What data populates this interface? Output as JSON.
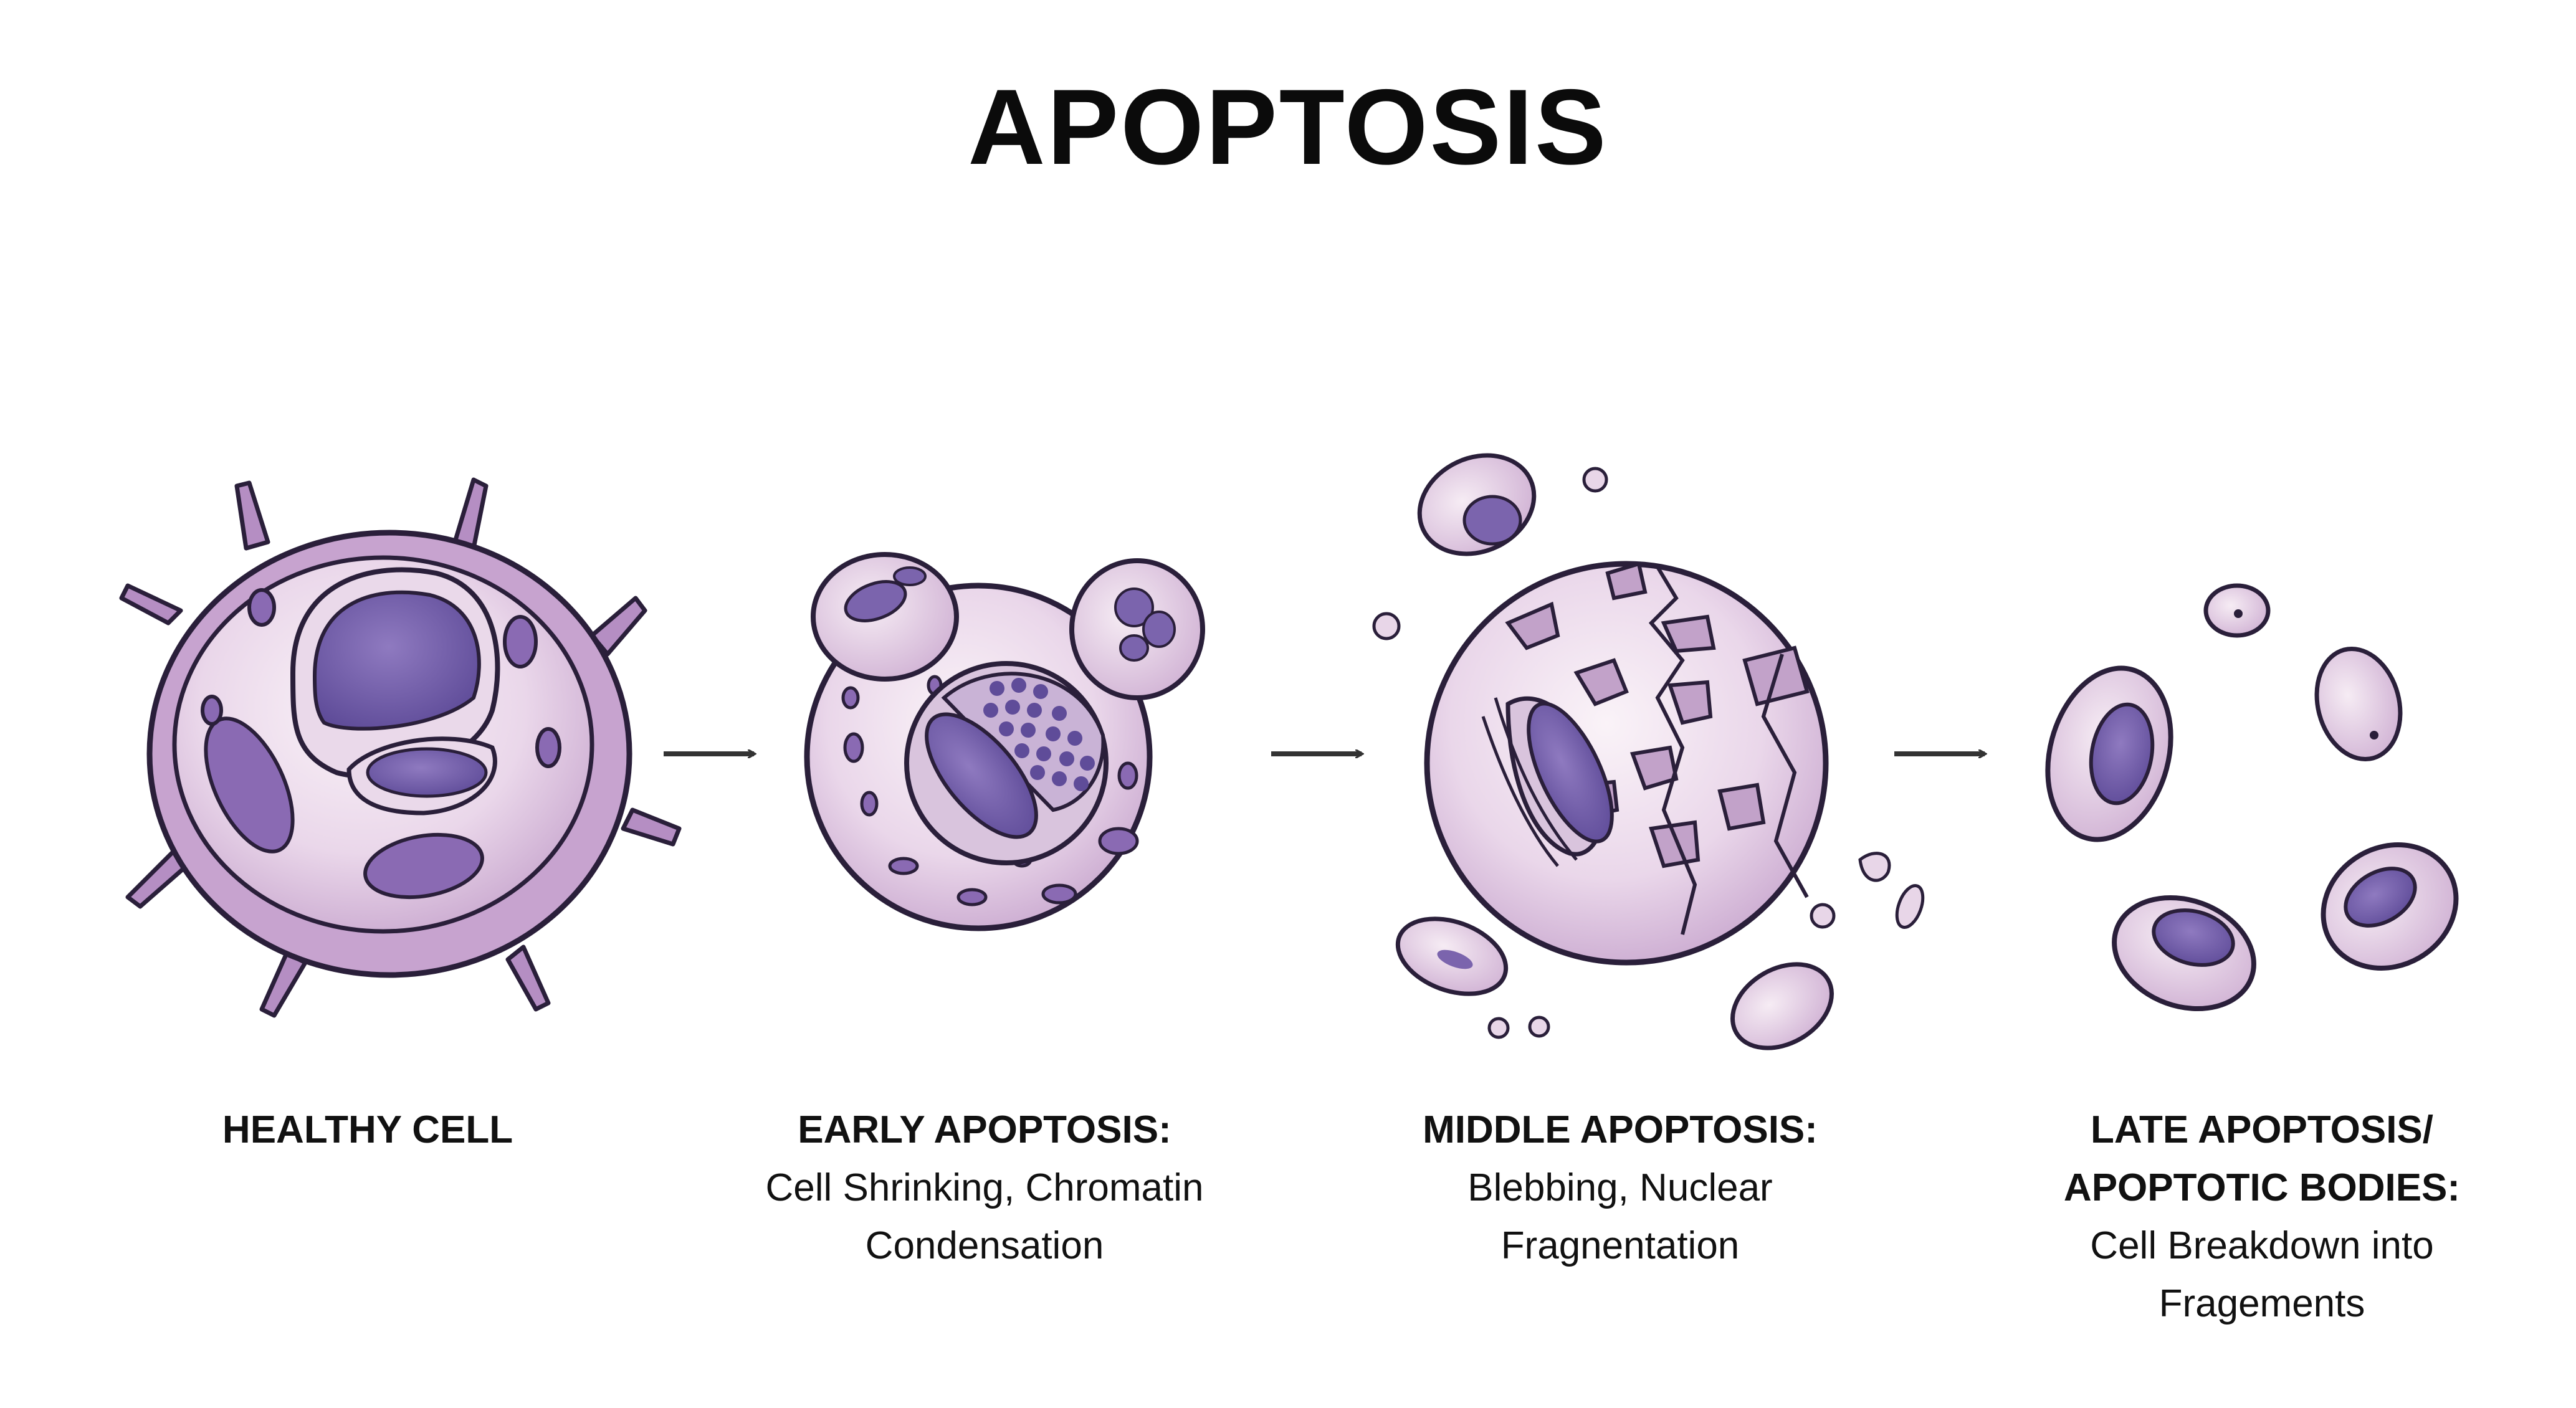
{
  "title": "APOPTOSIS",
  "stages": [
    {
      "id": "healthy-cell",
      "title_lines": [
        "HEALTHY CELL"
      ],
      "description_lines": []
    },
    {
      "id": "early-apoptosis",
      "title_lines": [
        "EARLY APOPTOSIS:"
      ],
      "description_lines": [
        "Cell Shrinking, Chromatin",
        "Condensation"
      ]
    },
    {
      "id": "middle-apoptosis",
      "title_lines": [
        "MIDDLE APOPTOSIS:"
      ],
      "description_lines": [
        "Blebbing, Nuclear",
        "Fragnentation"
      ]
    },
    {
      "id": "late-apoptosis",
      "title_lines": [
        "LATE APOPTOSIS/",
        "APOPTOTIC BODIES:"
      ],
      "description_lines": [
        "Cell Breakdown into",
        "Fragements"
      ]
    }
  ],
  "arrows": [
    "right-arrow-icon",
    "right-arrow-icon",
    "right-arrow-icon"
  ],
  "colors": {
    "cytoplasm_light": "#f1e4ef",
    "cytoplasm_mid": "#d7bcd9",
    "membrane": "#9c79b3",
    "organelle": "#8a6ab3",
    "nucleus": "#6f5ba8",
    "nucleus_light": "#a78fc7",
    "outline": "#2a1f3a",
    "arrow": "#333333"
  }
}
